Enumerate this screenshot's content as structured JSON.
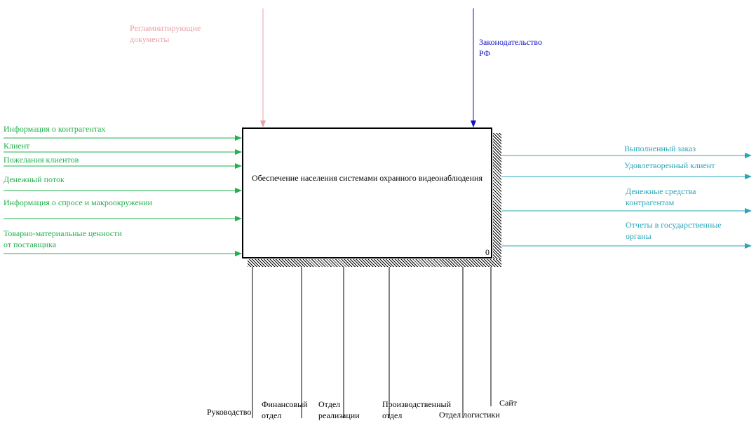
{
  "colors": {
    "input": "#22b14c",
    "output": "#2aa6b8",
    "control_pink": "#e8a0a8",
    "control_blue": "#1010c8",
    "mechanism": "#000000"
  },
  "box": {
    "title_line1": "Обеспечение населения системами",
    "title_line2": "охранного видеонаблюдения",
    "number": "0"
  },
  "controls": [
    {
      "line1": "Регламинтирующие",
      "line2": "документы"
    },
    {
      "line1": "Законодательство",
      "line2": "РФ"
    }
  ],
  "inputs": [
    {
      "line1": "Информация о контрагентах",
      "line2": ""
    },
    {
      "line1": "Клиент",
      "line2": ""
    },
    {
      "line1": "Пожелания клиентов",
      "line2": ""
    },
    {
      "line1": "Денежный поток",
      "line2": ""
    },
    {
      "line1": "Информация о спросе и макроокружении",
      "line2": ""
    },
    {
      "line1": "Товарно-материальные ценности",
      "line2": "от поставщика"
    }
  ],
  "outputs": [
    {
      "line1": "Выполненный заказ",
      "line2": ""
    },
    {
      "line1": "Удовлетворенный клиент",
      "line2": ""
    },
    {
      "line1": "Денежные средства",
      "line2": "контрагентам"
    },
    {
      "line1": "Отчеты в государственные",
      "line2": "органы"
    }
  ],
  "mechanisms": [
    {
      "line1": "Руководство",
      "line2": ""
    },
    {
      "line1": "Финансовый",
      "line2": "отдел"
    },
    {
      "line1": "Отдел",
      "line2": "реализации"
    },
    {
      "line1": "Производственный",
      "line2": "отдел"
    },
    {
      "line1": "Отдел логистики",
      "line2": ""
    },
    {
      "line1": "Сайт",
      "line2": ""
    }
  ]
}
